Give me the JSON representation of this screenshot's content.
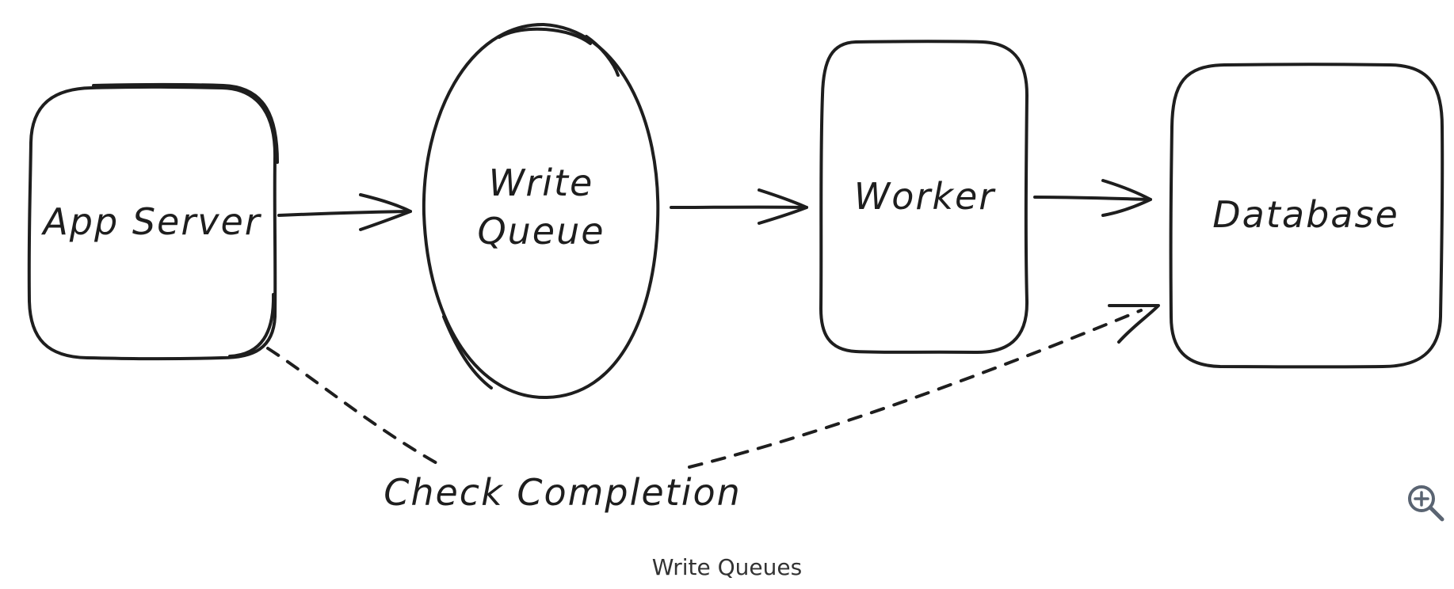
{
  "diagram": {
    "nodes": {
      "app_server": "App Server",
      "write_queue_line1": "Write",
      "write_queue_line2": "Queue",
      "worker": "Worker",
      "database": "Database"
    },
    "edge_label": "Check Completion"
  },
  "caption": "Write Queues",
  "controls": {
    "zoom_icon": "zoom-in-icon"
  }
}
